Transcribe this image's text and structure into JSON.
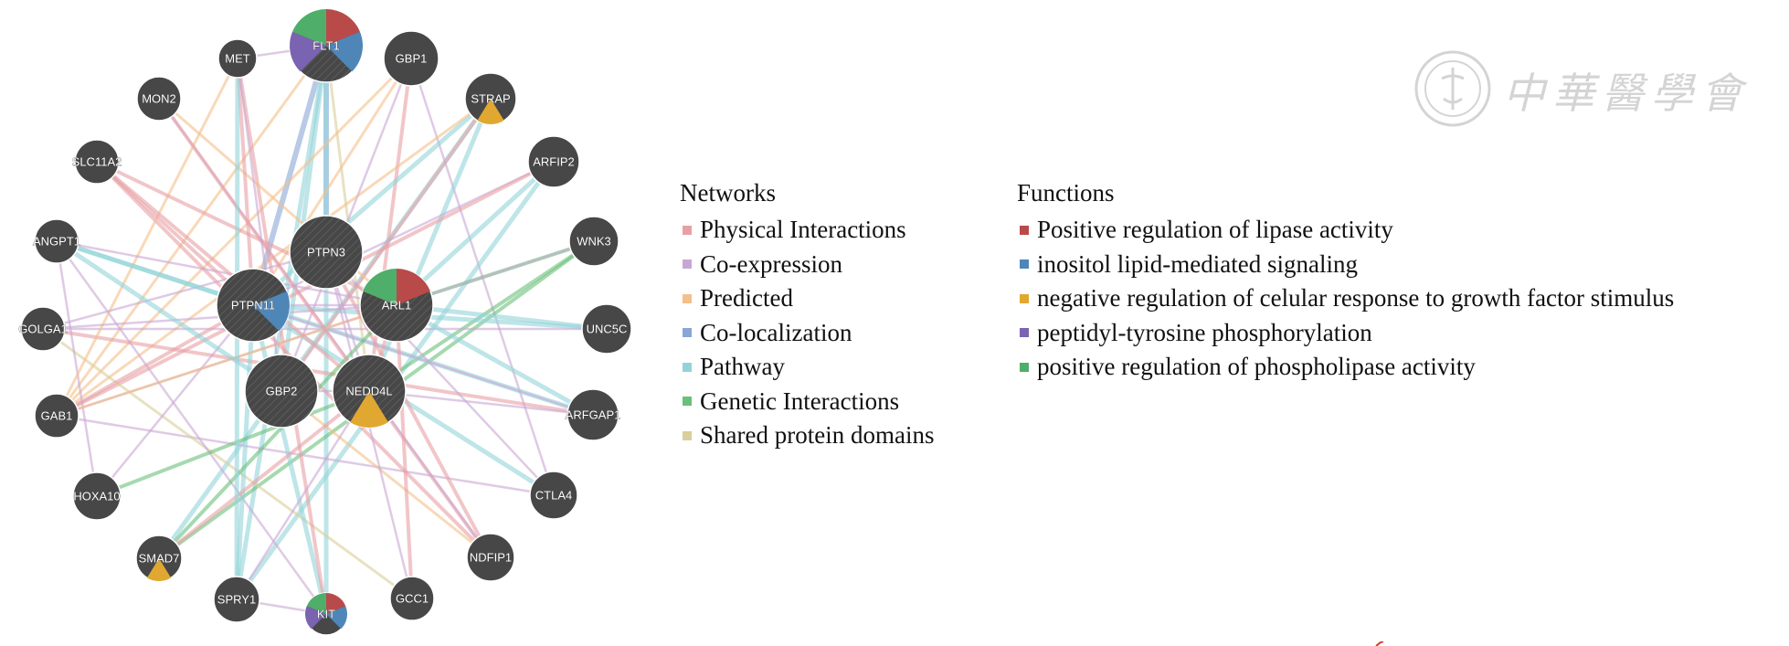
{
  "networks_legend": {
    "title": "Networks",
    "items": [
      {
        "key": "physical",
        "label": "Physical Interactions",
        "color": "#e8a0a5"
      },
      {
        "key": "coexp",
        "label": "Co-expression",
        "color": "#c9a7d4"
      },
      {
        "key": "predicted",
        "label": "Predicted",
        "color": "#f3bf8a"
      },
      {
        "key": "coloc",
        "label": "Co-localization",
        "color": "#8aa6d6"
      },
      {
        "key": "pathway",
        "label": "Pathway",
        "color": "#92d3d8"
      },
      {
        "key": "genetic",
        "label": "Genetic Interactions",
        "color": "#6abf7a"
      },
      {
        "key": "domains",
        "label": "Shared protein domains",
        "color": "#d9cf9a"
      }
    ]
  },
  "functions_legend": {
    "title": "Functions",
    "items": [
      {
        "key": "lipase",
        "label": "Positive regulation of lipase activity",
        "color": "#b94a4a"
      },
      {
        "key": "inositol",
        "label": "inositol lipid-mediated signaling",
        "color": "#4f86b8"
      },
      {
        "key": "negreg",
        "label": "negative regulation of celular response to growth factor stimulus",
        "color": "#e0a830"
      },
      {
        "key": "tyrosine",
        "label": "peptidyl-tyrosine phosphorylation",
        "color": "#7a63b0"
      },
      {
        "key": "phospholipase",
        "label": "positive regulation of phospholipase activity",
        "color": "#4fae6a"
      }
    ]
  },
  "nodes": [
    {
      "id": "FLT1",
      "label": "FLT1",
      "functions": [
        "lipase",
        "inositol",
        "tyrosine",
        "phospholipase"
      ]
    },
    {
      "id": "GBP1",
      "label": "GBP1",
      "functions": []
    },
    {
      "id": "STRAP",
      "label": "STRAP",
      "functions": [
        "negreg"
      ]
    },
    {
      "id": "ARFIP2",
      "label": "ARFIP2",
      "functions": []
    },
    {
      "id": "WNK3",
      "label": "WNK3",
      "functions": []
    },
    {
      "id": "UNC5C",
      "label": "UNC5C",
      "functions": []
    },
    {
      "id": "ARFGAP1",
      "label": "ARFGAP1",
      "functions": []
    },
    {
      "id": "CTLA4",
      "label": "CTLA4",
      "functions": []
    },
    {
      "id": "NDFIP1",
      "label": "NDFIP1",
      "functions": []
    },
    {
      "id": "GCC1",
      "label": "GCC1",
      "functions": []
    },
    {
      "id": "KIT",
      "label": "KIT",
      "functions": [
        "lipase",
        "inositol",
        "tyrosine",
        "phospholipase"
      ]
    },
    {
      "id": "SPRY1",
      "label": "SPRY1",
      "functions": []
    },
    {
      "id": "SMAD7",
      "label": "SMAD7",
      "functions": [
        "negreg"
      ]
    },
    {
      "id": "HOXA10",
      "label": "HOXA10",
      "functions": []
    },
    {
      "id": "GAB1",
      "label": "GAB1",
      "functions": []
    },
    {
      "id": "GOLGA1",
      "label": "GOLGA1",
      "functions": []
    },
    {
      "id": "ANGPT1",
      "label": "ANGPT1",
      "functions": []
    },
    {
      "id": "SLC11A2",
      "label": "SLC11A2",
      "functions": []
    },
    {
      "id": "MON2",
      "label": "MON2",
      "functions": []
    },
    {
      "id": "MET",
      "label": "MET",
      "functions": []
    },
    {
      "id": "PTPN3",
      "label": "PTPN3",
      "functions": []
    },
    {
      "id": "PTPN11",
      "label": "PTPN11",
      "functions": [
        "inositol"
      ]
    },
    {
      "id": "ARL1",
      "label": "ARL1",
      "functions": [
        "lipase",
        "phospholipase"
      ]
    },
    {
      "id": "GBP2",
      "label": "GBP2",
      "functions": []
    },
    {
      "id": "NEDD4L",
      "label": "NEDD4L",
      "functions": [
        "negreg"
      ]
    }
  ],
  "edges": [
    {
      "from": "FLT1",
      "to": "PTPN3",
      "type": "coloc"
    },
    {
      "from": "FLT1",
      "to": "PTPN11",
      "type": "coloc"
    },
    {
      "from": "FLT1",
      "to": "GBP2",
      "type": "pathway"
    },
    {
      "from": "FLT1",
      "to": "NEDD4L",
      "type": "domains"
    },
    {
      "from": "FLT1",
      "to": "KIT",
      "type": "pathway"
    },
    {
      "from": "FLT1",
      "to": "GAB1",
      "type": "predicted"
    },
    {
      "from": "FLT1",
      "to": "SPRY1",
      "type": "pathway"
    },
    {
      "from": "FLT1",
      "to": "MET",
      "type": "coexp"
    },
    {
      "from": "GBP1",
      "to": "GBP2",
      "type": "coexp"
    },
    {
      "from": "GBP1",
      "to": "PTPN11",
      "type": "predicted"
    },
    {
      "from": "GBP1",
      "to": "GAB1",
      "type": "predicted"
    },
    {
      "from": "GBP1",
      "to": "CTLA4",
      "type": "coexp"
    },
    {
      "from": "GBP1",
      "to": "NEDD4L",
      "type": "physical"
    },
    {
      "from": "STRAP",
      "to": "PTPN11",
      "type": "pathway"
    },
    {
      "from": "STRAP",
      "to": "SMAD7",
      "type": "pathway"
    },
    {
      "from": "STRAP",
      "to": "GAB1",
      "type": "predicted"
    },
    {
      "from": "STRAP",
      "to": "NEDD4L",
      "type": "pathway"
    },
    {
      "from": "STRAP",
      "to": "GBP2",
      "type": "physical"
    },
    {
      "from": "ARFIP2",
      "to": "ARL1",
      "type": "pathway"
    },
    {
      "from": "ARFIP2",
      "to": "PTPN11",
      "type": "coexp"
    },
    {
      "from": "ARFIP2",
      "to": "GAB1",
      "type": "physical"
    },
    {
      "from": "ARFIP2",
      "to": "SPRY1",
      "type": "pathway"
    },
    {
      "from": "WNK3",
      "to": "NEDD4L",
      "type": "genetic"
    },
    {
      "from": "WNK3",
      "to": "ARL1",
      "type": "genetic"
    },
    {
      "from": "WNK3",
      "to": "SMAD7",
      "type": "genetic"
    },
    {
      "from": "WNK3",
      "to": "GAB1",
      "type": "coexp"
    },
    {
      "from": "UNC5C",
      "to": "PTPN11",
      "type": "pathway"
    },
    {
      "from": "UNC5C",
      "to": "ARL1",
      "type": "pathway"
    },
    {
      "from": "UNC5C",
      "to": "GOLGA1",
      "type": "coexp"
    },
    {
      "from": "ARFGAP1",
      "to": "ARL1",
      "type": "pathway"
    },
    {
      "from": "ARFGAP1",
      "to": "ANGPT1",
      "type": "pathway"
    },
    {
      "from": "ARFGAP1",
      "to": "GOLGA1",
      "type": "physical"
    },
    {
      "from": "ARFGAP1",
      "to": "NEDD4L",
      "type": "coexp"
    },
    {
      "from": "ARFGAP1",
      "to": "PTPN11",
      "type": "coexp"
    },
    {
      "from": "CTLA4",
      "to": "PTPN11",
      "type": "pathway"
    },
    {
      "from": "CTLA4",
      "to": "PTPN3",
      "type": "coexp"
    },
    {
      "from": "CTLA4",
      "to": "GAB1",
      "type": "coexp"
    },
    {
      "from": "NDFIP1",
      "to": "NEDD4L",
      "type": "physical"
    },
    {
      "from": "NDFIP1",
      "to": "PTPN3",
      "type": "physical"
    },
    {
      "from": "NDFIP1",
      "to": "SLC11A2",
      "type": "physical"
    },
    {
      "from": "NDFIP1",
      "to": "GBP2",
      "type": "predicted"
    },
    {
      "from": "NDFIP1",
      "to": "MON2",
      "type": "coexp"
    },
    {
      "from": "GCC1",
      "to": "ARL1",
      "type": "physical"
    },
    {
      "from": "GCC1",
      "to": "GOLGA1",
      "type": "domains"
    },
    {
      "from": "GCC1",
      "to": "PTPN3",
      "type": "coexp"
    },
    {
      "from": "KIT",
      "to": "PTPN11",
      "type": "pathway"
    },
    {
      "from": "KIT",
      "to": "SPRY1",
      "type": "coexp"
    },
    {
      "from": "KIT",
      "to": "MET",
      "type": "physical"
    },
    {
      "from": "KIT",
      "to": "ANGPT1",
      "type": "coexp"
    },
    {
      "from": "SPRY1",
      "to": "PTPN11",
      "type": "pathway"
    },
    {
      "from": "SPRY1",
      "to": "NEDD4L",
      "type": "coexp"
    },
    {
      "from": "SMAD7",
      "to": "NEDD4L",
      "type": "physical"
    },
    {
      "from": "SMAD7",
      "to": "ARL1",
      "type": "genetic"
    },
    {
      "from": "HOXA10",
      "to": "PTPN11",
      "type": "coexp"
    },
    {
      "from": "HOXA10",
      "to": "ANGPT1",
      "type": "coexp"
    },
    {
      "from": "HOXA10",
      "to": "NEDD4L",
      "type": "genetic"
    },
    {
      "from": "GAB1",
      "to": "PTPN11",
      "type": "physical"
    },
    {
      "from": "GAB1",
      "to": "MET",
      "type": "predicted"
    },
    {
      "from": "GAB1",
      "to": "ARL1",
      "type": "predicted"
    },
    {
      "from": "GOLGA1",
      "to": "ARL1",
      "type": "coexp"
    },
    {
      "from": "GOLGA1",
      "to": "PTPN3",
      "type": "coexp"
    },
    {
      "from": "ANGPT1",
      "to": "PTPN11",
      "type": "pathway"
    },
    {
      "from": "ANGPT1",
      "to": "ARL1",
      "type": "coexp"
    },
    {
      "from": "ANGPT1",
      "to": "GBP2",
      "type": "pathway"
    },
    {
      "from": "SLC11A2",
      "to": "NEDD4L",
      "type": "physical"
    },
    {
      "from": "SLC11A2",
      "to": "ARL1",
      "type": "physical"
    },
    {
      "from": "SLC11A2",
      "to": "PTPN11",
      "type": "physical"
    },
    {
      "from": "MON2",
      "to": "ARL1",
      "type": "predicted"
    },
    {
      "from": "MON2",
      "to": "NEDD4L",
      "type": "physical"
    },
    {
      "from": "MET",
      "to": "PTPN11",
      "type": "physical"
    },
    {
      "from": "MET",
      "to": "SPRY1",
      "type": "pathway"
    },
    {
      "from": "MET",
      "to": "GBP2",
      "type": "coexp"
    },
    {
      "from": "PTPN11",
      "to": "ARL1",
      "type": "coexp"
    },
    {
      "from": "PTPN3",
      "to": "NEDD4L",
      "type": "coexp"
    },
    {
      "from": "GBP2",
      "to": "NEDD4L",
      "type": "coexp"
    },
    {
      "from": "ARL1",
      "to": "NEDD4L",
      "type": "physical"
    }
  ],
  "watermark_text": "中華醫學會"
}
